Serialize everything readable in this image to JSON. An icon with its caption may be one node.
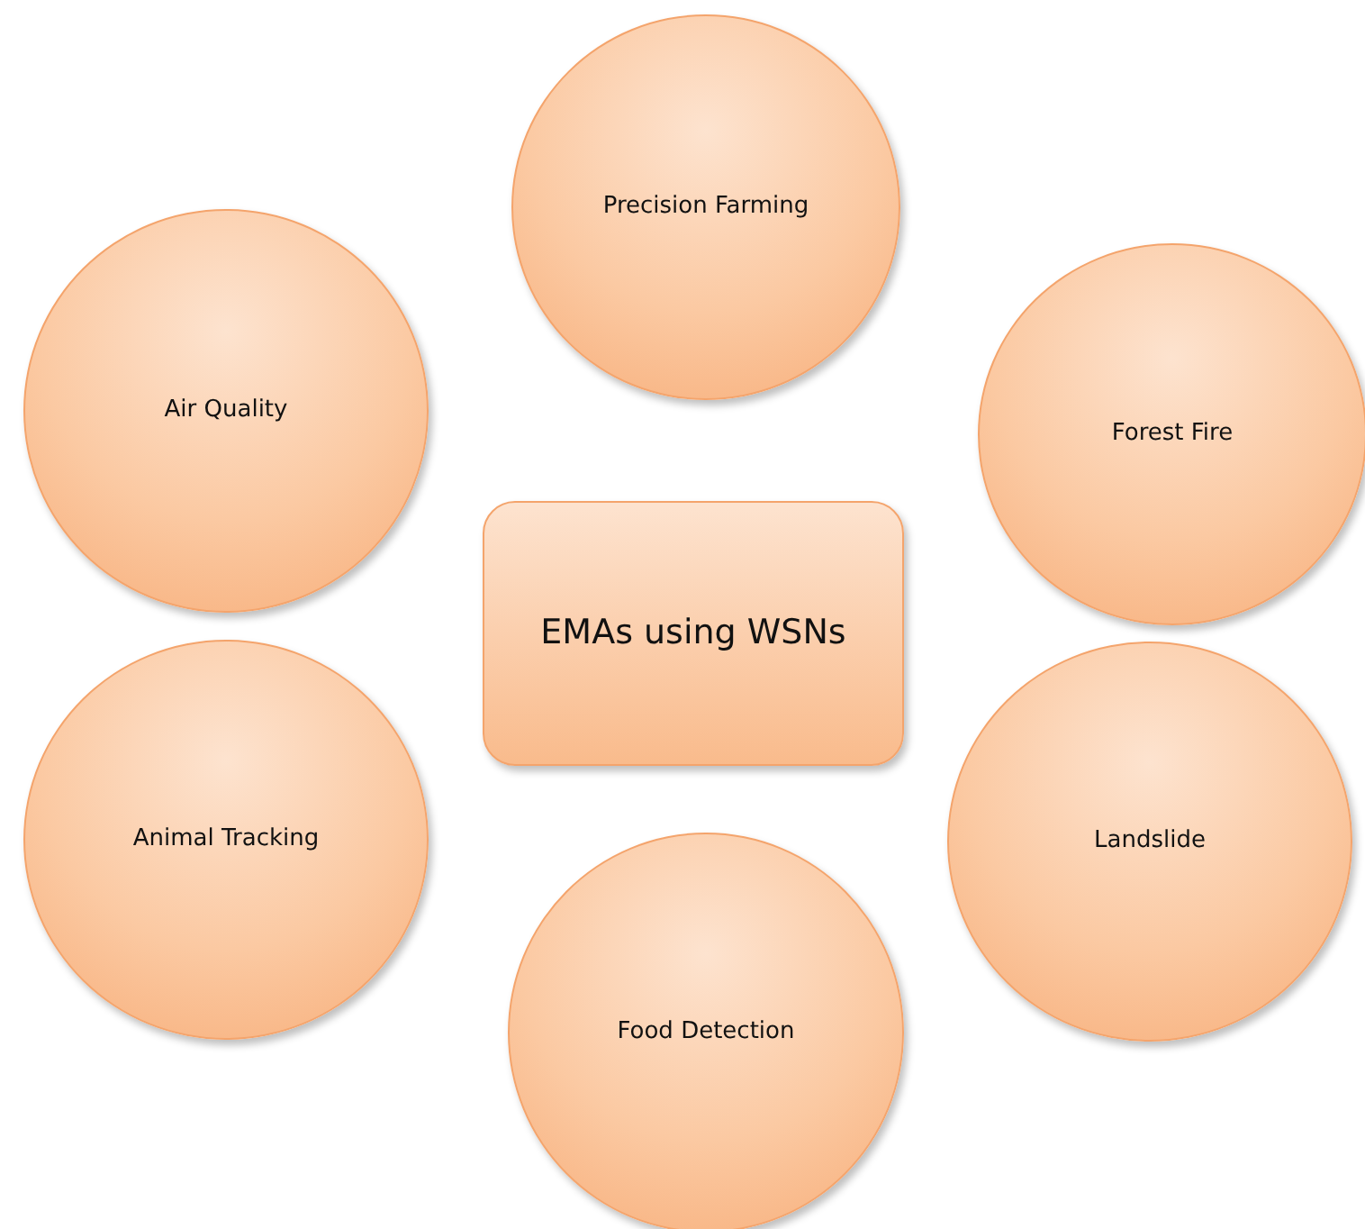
{
  "diagram": {
    "nodes": [
      {
        "text": [
          "Precision Farming"
        ]
      },
      {
        "text": [
          "Air Quality"
        ]
      },
      {
        "text": [
          "Forest Fire"
        ]
      },
      {
        "text": [
          "EMAs using WSNs"
        ]
      },
      {
        "text": [
          "Animal Tracking"
        ]
      },
      {
        "text": [
          "Landslide"
        ]
      },
      {
        "text": [
          "Food Detection"
        ]
      }
    ]
  }
}
